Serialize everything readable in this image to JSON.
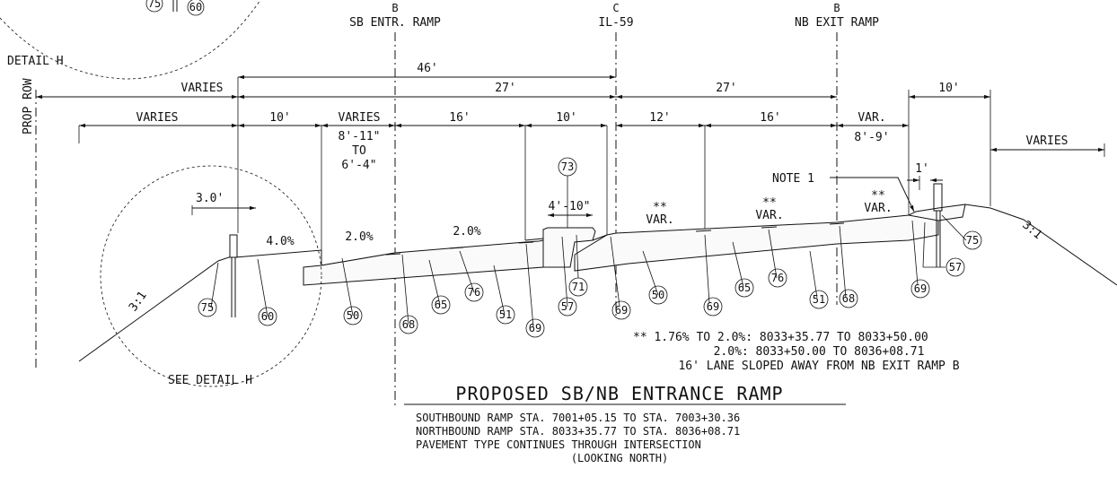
{
  "detail": {
    "top_label_a": "75",
    "top_label_b": "60",
    "name": "DETAIL H",
    "see": "SEE DETAIL H"
  },
  "centerlines": {
    "sb": {
      "symbol": "B",
      "label": "SB ENTR. RAMP"
    },
    "il": {
      "symbol": "C",
      "label": "IL-59"
    },
    "nb": {
      "symbol": "B",
      "label": "NB EXIT RAMP"
    }
  },
  "row_label": "PROP ROW",
  "dims": {
    "d46": "46'",
    "varies_top": "VARIES",
    "d27a": "27'",
    "d27b": "27'",
    "d10_right": "10'",
    "varies_left": "VARIES",
    "d10a": "10'",
    "varies_mid": "VARIES",
    "d16a": "16'",
    "d10b": "10'",
    "d12": "12'",
    "d16b": "16'",
    "var_right": "VAR.",
    "var_right_range": "8'-9'",
    "varies_far": "VARIES",
    "range1": "8'-11\"",
    "range_to": "TO",
    "range2": "6'-4\"",
    "d3": "3.0'",
    "d4_10": "4'-10\"",
    "d1": "1'"
  },
  "slopes": {
    "s1": "4.0%",
    "s2": "2.0%",
    "s3": "2.0%",
    "v1_star": "**",
    "v1": "VAR.",
    "v2_star": "**",
    "v2": "VAR.",
    "v3_star": "**",
    "v3": "VAR.",
    "ratio_left": "3:1",
    "ratio_right": "3:1"
  },
  "note1": "NOTE 1",
  "callouts": [
    "75",
    "60",
    "50",
    "68",
    "65",
    "76",
    "51",
    "69",
    "57",
    "71",
    "73",
    "69",
    "50",
    "69",
    "65",
    "76",
    "51",
    "68",
    "69",
    "57",
    "75"
  ],
  "notes": {
    "line1": "** 1.76% TO 2.0%: 8033+35.77 TO 8033+50.00",
    "line2": "2.0%: 8033+50.00 TO 8036+08.71",
    "line3": "16' LANE SLOPED AWAY FROM NB EXIT RAMP B"
  },
  "title": {
    "main": "PROPOSED SB/NB ENTRANCE RAMP",
    "sub1": "SOUTHBOUND RAMP STA. 7001+05.15 TO STA. 7003+30.36",
    "sub2": "NORTHBOUND RAMP STA. 8033+35.77 TO STA. 8036+08.71",
    "sub3": "PAVEMENT TYPE CONTINUES THROUGH INTERSECTION",
    "sub4": "(LOOKING NORTH)"
  }
}
